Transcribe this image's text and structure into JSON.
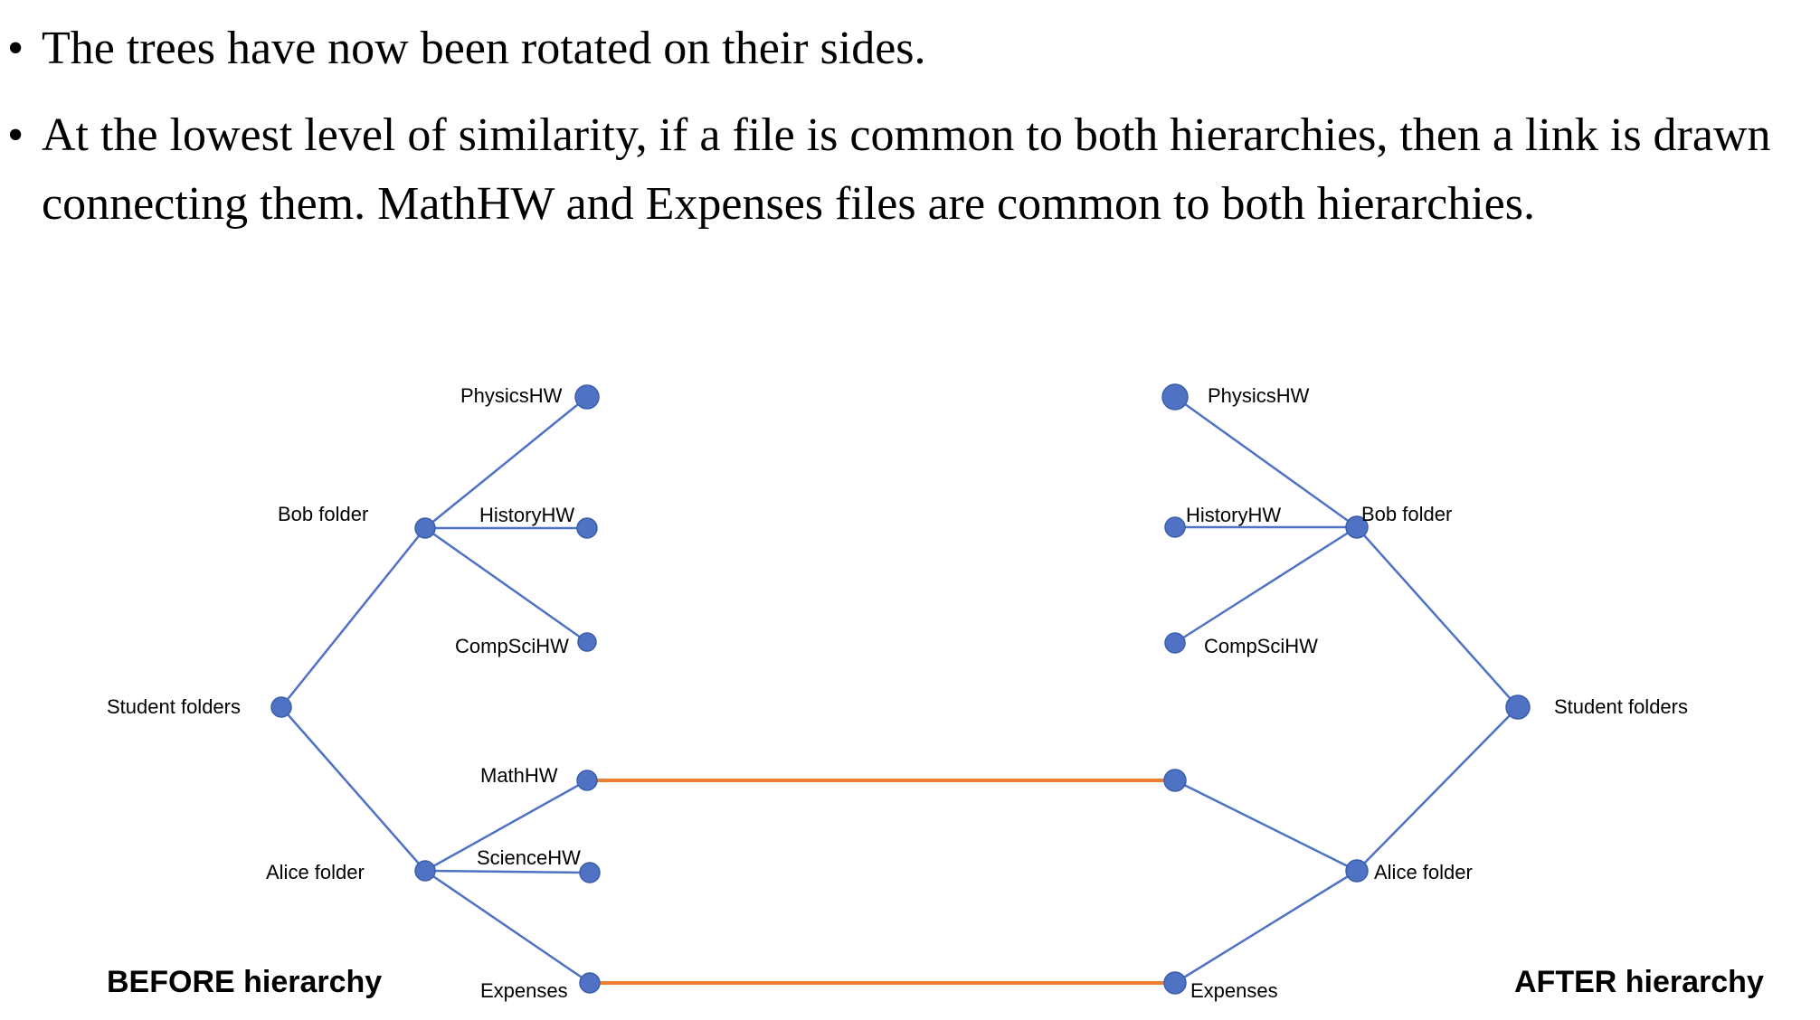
{
  "bullets": [
    {
      "symbol": "•",
      "text": "The trees have now been rotated on their sides."
    },
    {
      "symbol": "•",
      "line1": "At the lowest level of similarity, if a file is common to both hierarchies, then a link is drawn",
      "line2": "connecting them. MathHW and Expenses files are common to both hierarchies."
    }
  ],
  "diagram": {
    "colors": {
      "node": "#4f72c4",
      "edge": "#4f72c4",
      "link": "#ed7d31"
    },
    "before": {
      "caption": "BEFORE hierarchy",
      "root": "Student folders",
      "bob_folder": "Bob folder",
      "alice_folder": "Alice folder",
      "files": {
        "physics": "PhysicsHW",
        "history": "HistoryHW",
        "compsci": "CompSciHW",
        "math": "MathHW",
        "science": "ScienceHW",
        "expenses": "Expenses"
      }
    },
    "after": {
      "caption": "AFTER hierarchy",
      "root": "Student folders",
      "bob_folder": "Bob folder",
      "alice_folder": "Alice folder",
      "files": {
        "physics": "PhysicsHW",
        "history": "HistoryHW",
        "compsci": "CompSciHW",
        "expenses": "Expenses"
      }
    },
    "common_links": [
      "MathHW",
      "Expenses"
    ]
  }
}
